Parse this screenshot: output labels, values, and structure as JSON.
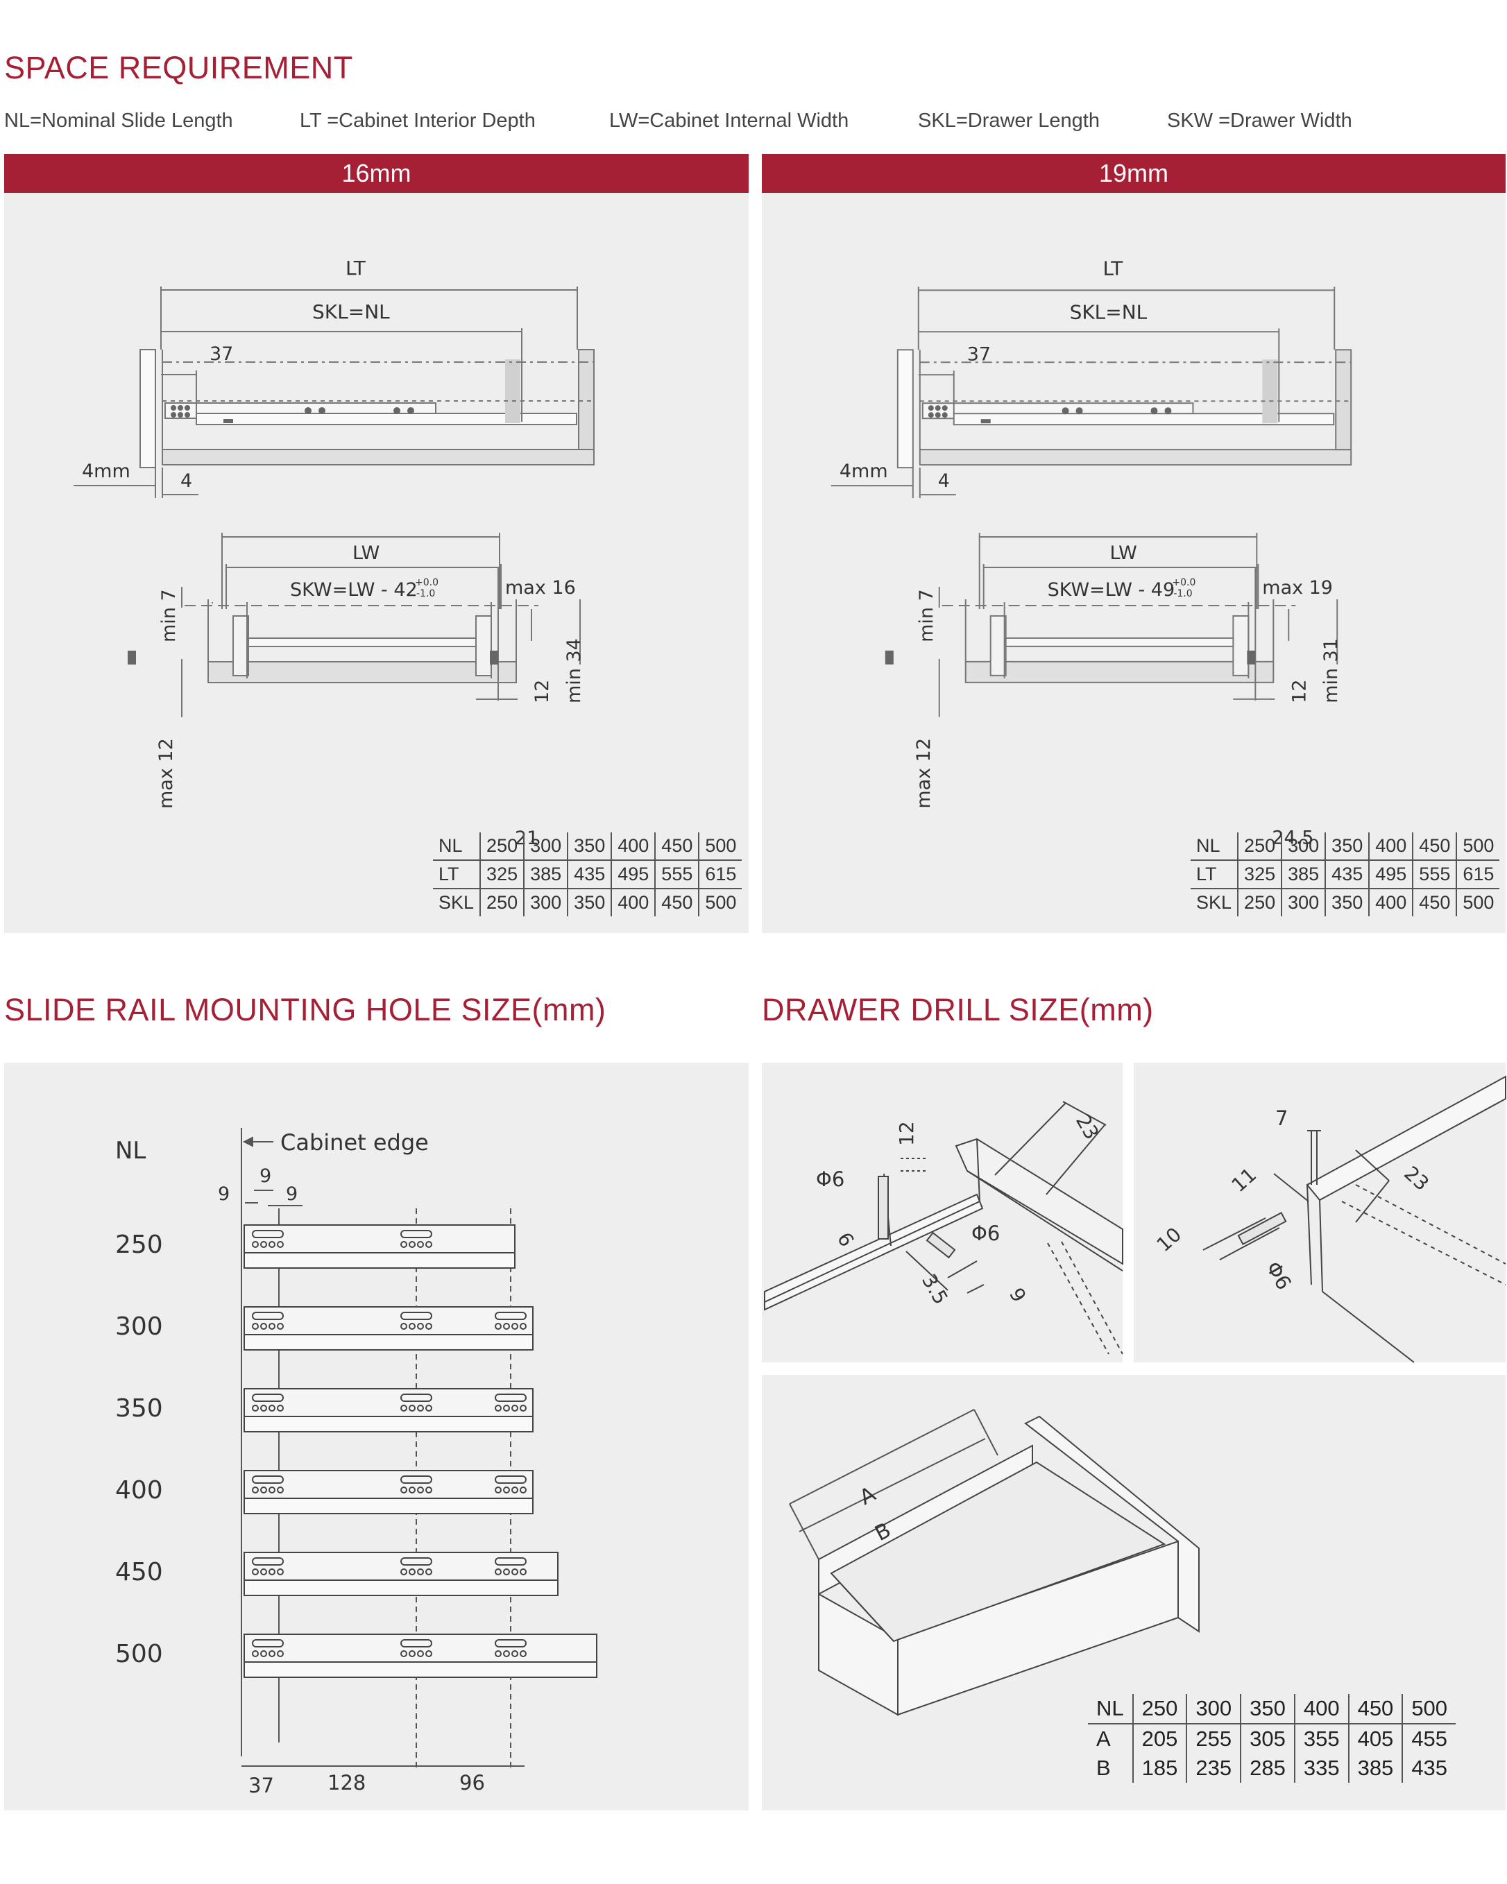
{
  "space": {
    "title": "SPACE REQUIREMENT",
    "legend": [
      "NL=Nominal Slide Length",
      "LT =Cabinet Interior Depth",
      "LW=Cabinet Internal Width",
      "SKL=Drawer Length",
      "SKW =Drawer Width"
    ],
    "panels": [
      {
        "header": "16mm",
        "labels": {
          "lt": "LT",
          "skl": "SKL=NL",
          "d37": "37",
          "mm4": "4mm",
          "d4": "4",
          "lw": "LW",
          "skw": "SKW=LW - 42",
          "tol_up": "+0.0",
          "tol_dn": "-1.0",
          "maxtop": "max 16",
          "min7": "min 7",
          "d12": "12",
          "minright": "min 34",
          "max12": "max 12",
          "bottom": "21"
        },
        "table": {
          "rows": [
            [
              "NL",
              "250",
              "300",
              "350",
              "400",
              "450",
              "500"
            ],
            [
              "LT",
              "325",
              "385",
              "435",
              "495",
              "555",
              "615"
            ],
            [
              "SKL",
              "250",
              "300",
              "350",
              "400",
              "450",
              "500"
            ]
          ]
        }
      },
      {
        "header": "19mm",
        "labels": {
          "lt": "LT",
          "skl": "SKL=NL",
          "d37": "37",
          "mm4": "4mm",
          "d4": "4",
          "lw": "LW",
          "skw": "SKW=LW - 49",
          "tol_up": "+0.0",
          "tol_dn": "-1.0",
          "maxtop": "max 19",
          "min7": "min 7",
          "d12": "12",
          "minright": "min 31",
          "max12": "max 12",
          "bottom": "24.5"
        },
        "table": {
          "rows": [
            [
              "NL",
              "250",
              "300",
              "350",
              "400",
              "450",
              "500"
            ],
            [
              "LT",
              "325",
              "385",
              "435",
              "495",
              "555",
              "615"
            ],
            [
              "SKL",
              "250",
              "300",
              "350",
              "400",
              "450",
              "500"
            ]
          ]
        }
      }
    ]
  },
  "mounting": {
    "title": "SLIDE RAIL MOUNTING HOLE SIZE(mm)",
    "nl_label": "NL",
    "cabinet_edge": "Cabinet edge",
    "d9a": "9",
    "d9b": "9",
    "d9c": "9",
    "rows": [
      "250",
      "300",
      "350",
      "400",
      "450",
      "500"
    ],
    "bottom_dims": [
      "37",
      "128",
      "96"
    ]
  },
  "drill": {
    "title": "DRAWER DRILL SIZE(mm)",
    "left": {
      "d12": "12",
      "phi6a": "Φ6",
      "d6": "6",
      "phi6b": "Φ6",
      "d35": "3.5",
      "d9": "9",
      "d23": "23"
    },
    "right": {
      "d7": "7",
      "d11": "11",
      "d23": "23",
      "d10": "10",
      "phi6": "Φ6"
    },
    "box": {
      "a": "A",
      "b": "B"
    },
    "table": {
      "rows": [
        [
          "NL",
          "250",
          "300",
          "350",
          "400",
          "450",
          "500"
        ],
        [
          "A",
          "205",
          "255",
          "305",
          "355",
          "405",
          "455"
        ],
        [
          "B",
          "185",
          "235",
          "285",
          "335",
          "385",
          "435"
        ]
      ]
    }
  }
}
